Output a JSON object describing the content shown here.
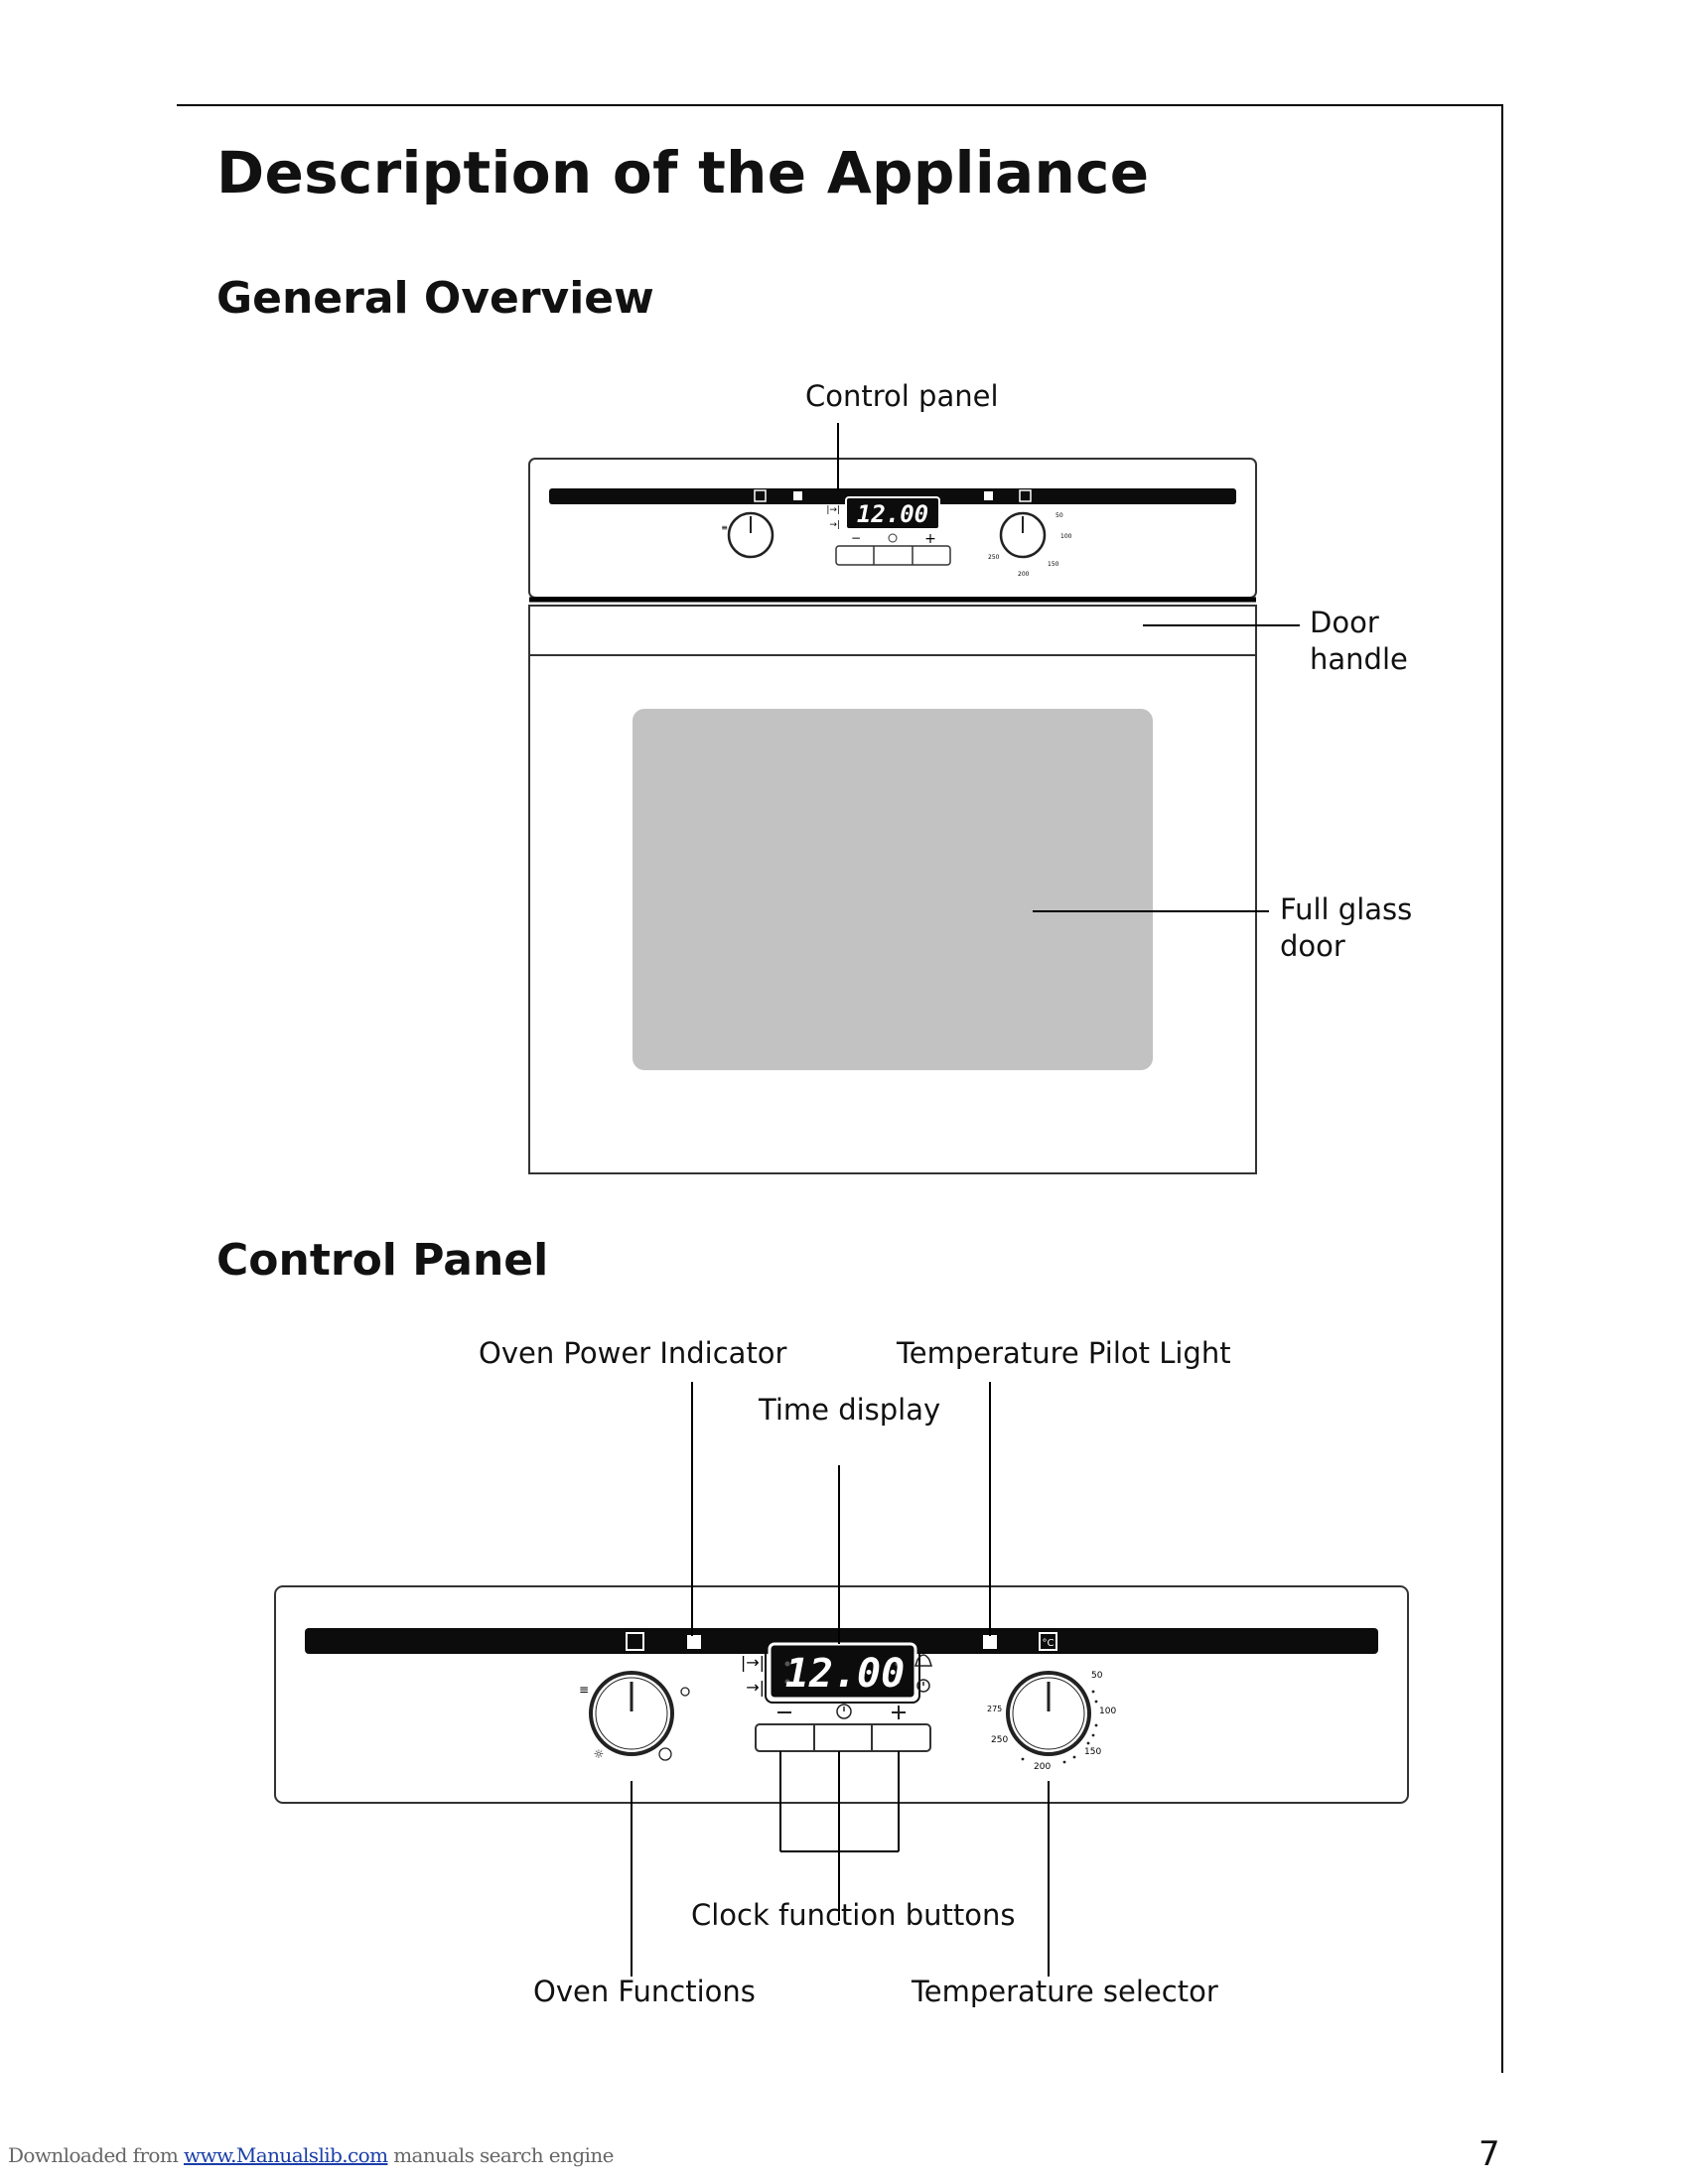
{
  "page": {
    "title": "Description of the Appliance",
    "section_overview": "General Overview",
    "section_control": "Control Panel",
    "page_number": "7"
  },
  "overview_labels": {
    "control_panel": "Control panel",
    "door_handle_1": "Door",
    "door_handle_2": "handle",
    "glass_door_1": "Full glass",
    "glass_door_2": "door"
  },
  "control_labels": {
    "power_indicator": "Oven Power Indicator",
    "temp_pilot": "Temperature Pilot Light",
    "time_display": "Time display",
    "clock_buttons": "Clock function buttons",
    "oven_functions": "Oven Functions",
    "temp_selector": "Temperature selector"
  },
  "display": {
    "time": "12.00",
    "minus": "−",
    "plus": "+",
    "celsius_icon": "°C",
    "power_icon": "power-icon"
  },
  "temperature_dial": {
    "marks": [
      "50",
      "100",
      "150",
      "200",
      "250",
      "275"
    ]
  },
  "footer": {
    "prefix": "Downloaded from",
    "link": "www.Manualslib.com",
    "suffix": " manuals search engine"
  },
  "colors": {
    "panel_strip": "#0c0c0c",
    "glass": "#c2c2c2",
    "line": "#000000"
  }
}
